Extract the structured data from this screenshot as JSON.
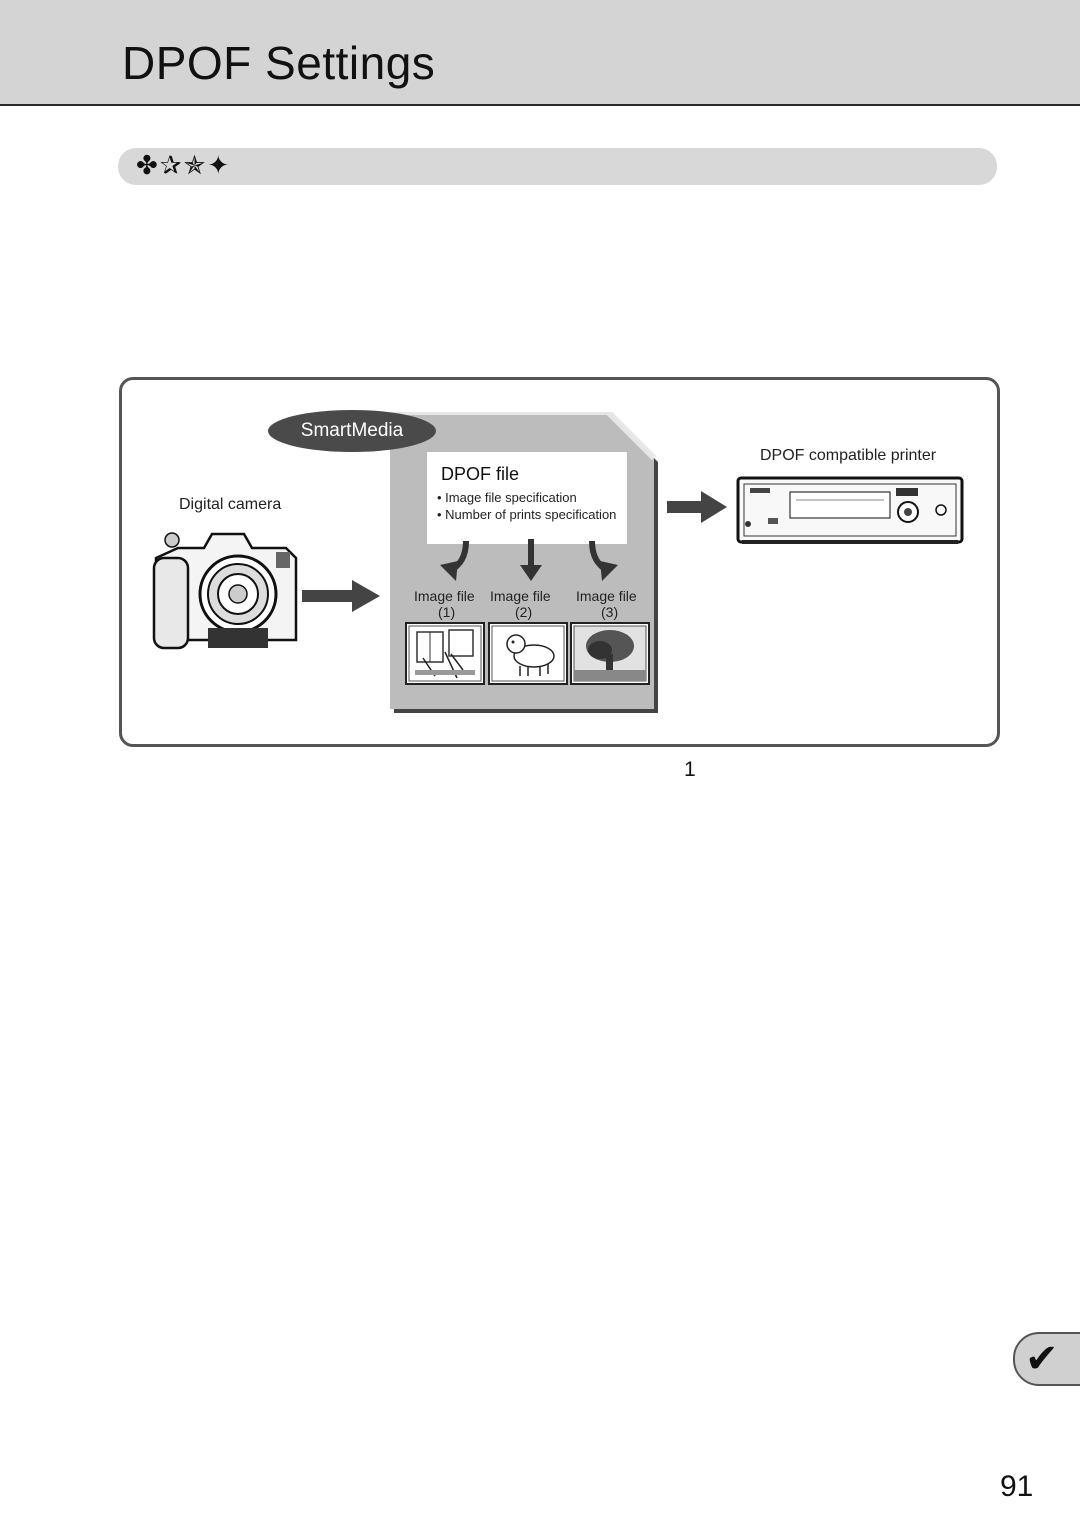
{
  "header": {
    "title": "DPOF Settings"
  },
  "section": {
    "icons": "✤✰✯✦"
  },
  "diagram": {
    "smartmedia_label": "SmartMedia",
    "camera_label": "Digital camera",
    "printer_label": "DPOF compatible printer",
    "dpof_file": {
      "title": "DPOF file",
      "bullets": [
        "• Image file specification",
        "• Number of prints specification"
      ]
    },
    "image_files": [
      {
        "label": "Image file",
        "number": "(1)",
        "icon": "room-scene-icon"
      },
      {
        "label": "Image file",
        "number": "(2)",
        "icon": "dog-icon"
      },
      {
        "label": "Image file",
        "number": "(3)",
        "icon": "tree-icon"
      }
    ]
  },
  "figure_caption": "1",
  "page_number": "91",
  "side_tab": {
    "mark": "✔"
  }
}
